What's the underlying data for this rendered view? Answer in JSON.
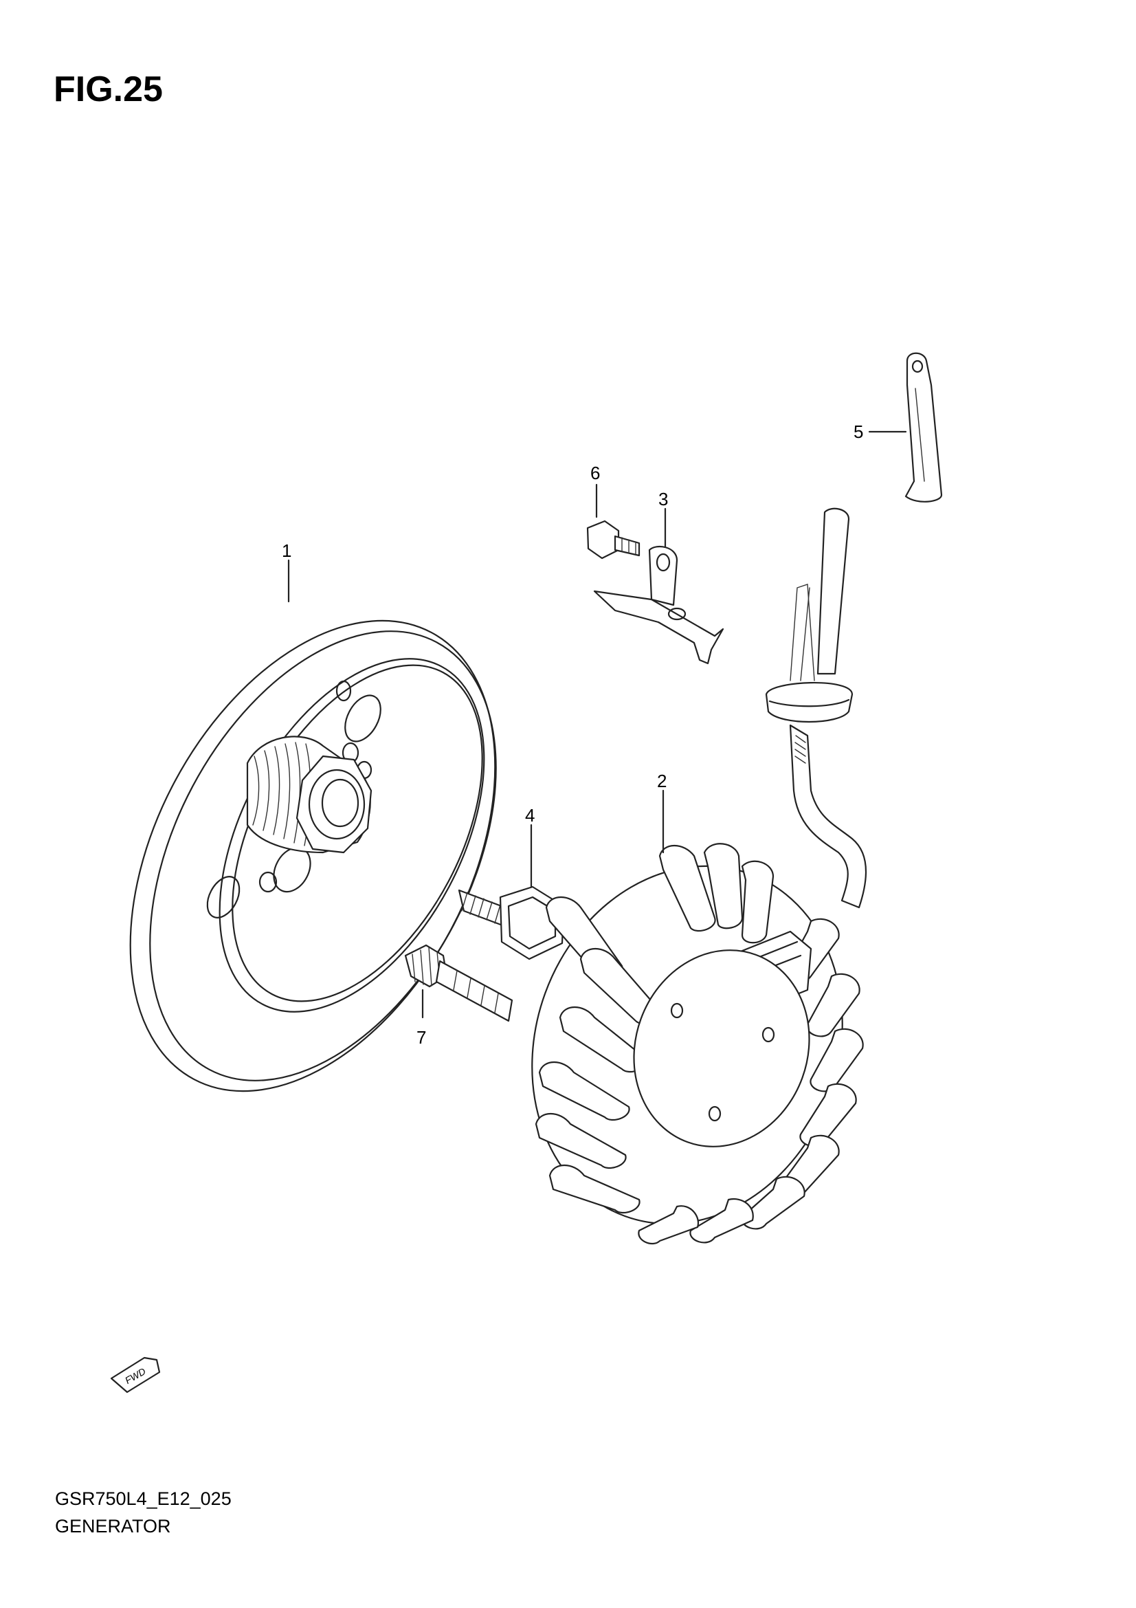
{
  "figure": {
    "title": "FIG.25"
  },
  "callouts": [
    {
      "number": "1",
      "part": "generator-rotor"
    },
    {
      "number": "2",
      "part": "generator-stator"
    },
    {
      "number": "3",
      "part": "wire-clamp"
    },
    {
      "number": "4",
      "part": "rotor-bolt"
    },
    {
      "number": "5",
      "part": "wire-guide"
    },
    {
      "number": "6",
      "part": "clamp-screw"
    },
    {
      "number": "7",
      "part": "stator-bolt"
    }
  ],
  "fwd_badge": {
    "label": "FWD"
  },
  "footer": {
    "code": "GSR750L4_E12_025",
    "name": "GENERATOR"
  }
}
